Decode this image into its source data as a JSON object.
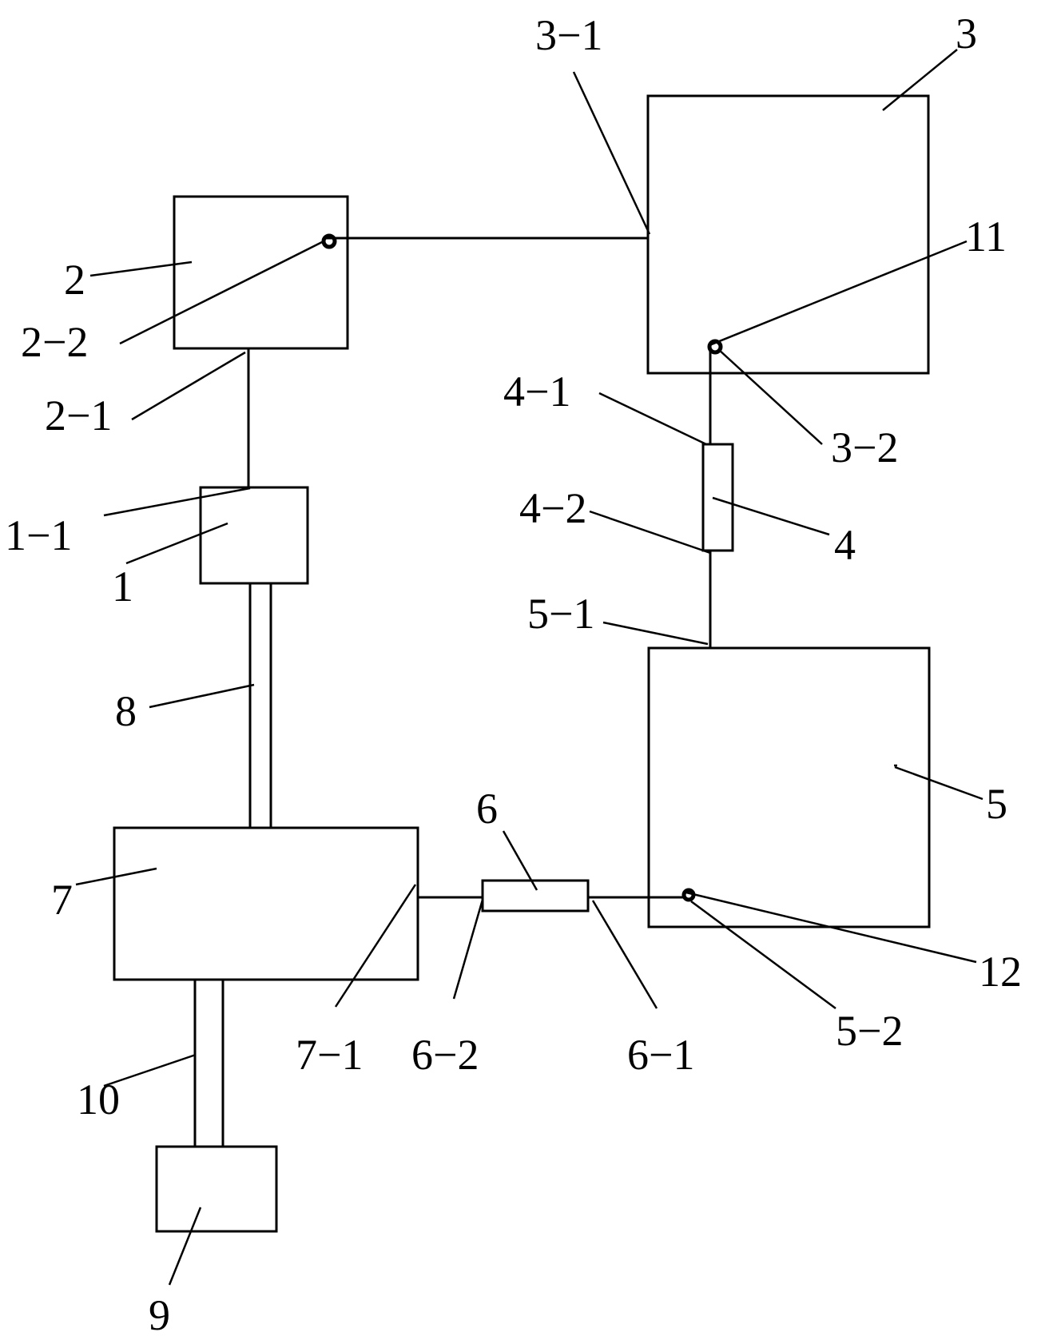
{
  "labels": {
    "c1": "1",
    "c1_1": "1−1",
    "c2": "2",
    "c2_1": "2−1",
    "c2_2": "2−2",
    "c3": "3",
    "c3_1": "3−1",
    "c3_2": "3−2",
    "c4": "4",
    "c4_1": "4−1",
    "c4_2": "4−2",
    "c5": "5",
    "c5_1": "5−1",
    "c5_2": "5−2",
    "c6": "6",
    "c6_1": "6−1",
    "c6_2": "6−2",
    "c7": "7",
    "c7_1": "7−1",
    "c8": "8",
    "c9": "9",
    "c10": "10",
    "c11": "11",
    "c12": "12"
  }
}
